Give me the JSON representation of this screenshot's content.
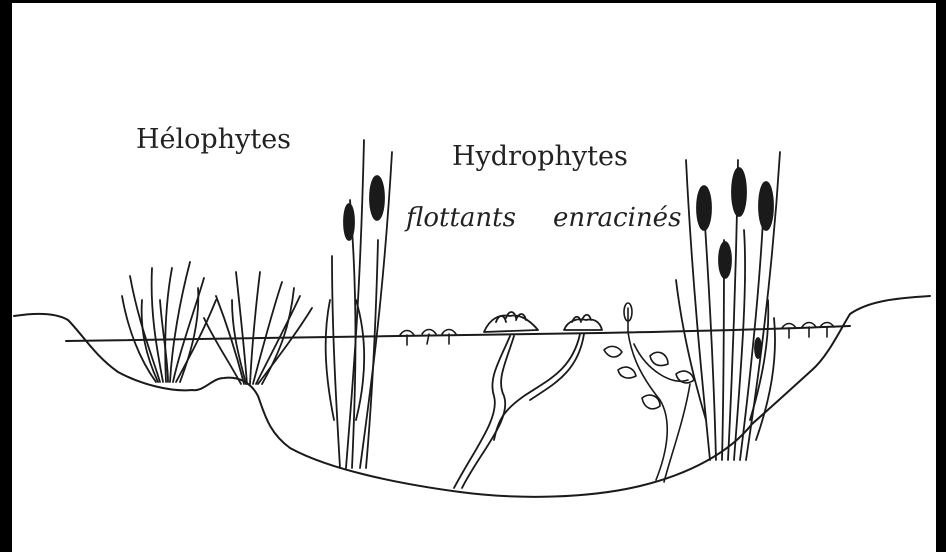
{
  "labels": {
    "helophytes": "Hélophytes",
    "hydrophytes": "Hydrophytes",
    "flottants": "flottants",
    "enracines": "enracinés"
  },
  "colors": {
    "ink": "#1a1a1a",
    "frame": "#000000",
    "background": "#ffffff"
  }
}
